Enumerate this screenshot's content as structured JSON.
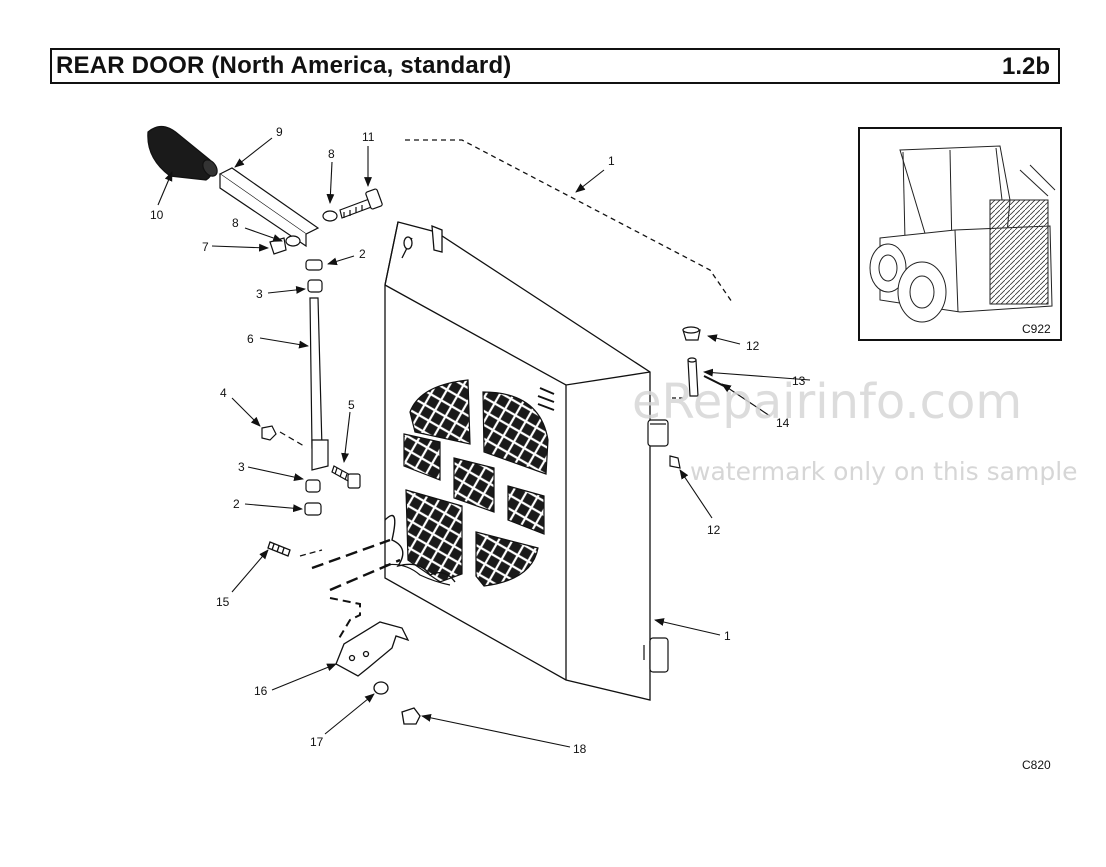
{
  "header": {
    "title": "REAR DOOR (North America, standard)",
    "section": "1.2b"
  },
  "inset": {
    "code": "C922"
  },
  "figure": {
    "code": "C820"
  },
  "callouts": {
    "c1_top": "1",
    "c1_bottom": "1",
    "c2_top": "2",
    "c2_bottom": "2",
    "c3_top": "3",
    "c3_bottom": "3",
    "c4": "4",
    "c5": "5",
    "c6": "6",
    "c7": "7",
    "c8_top": "8",
    "c8_left": "8",
    "c9": "9",
    "c10": "10",
    "c11": "11",
    "c12_top": "12",
    "c12_bottom": "12",
    "c13": "13",
    "c14": "14",
    "c15": "15",
    "c16": "16",
    "c17": "17",
    "c18": "18"
  },
  "watermark": {
    "main": "eRepairinfo.com",
    "sub": "watermark only on this sample"
  }
}
